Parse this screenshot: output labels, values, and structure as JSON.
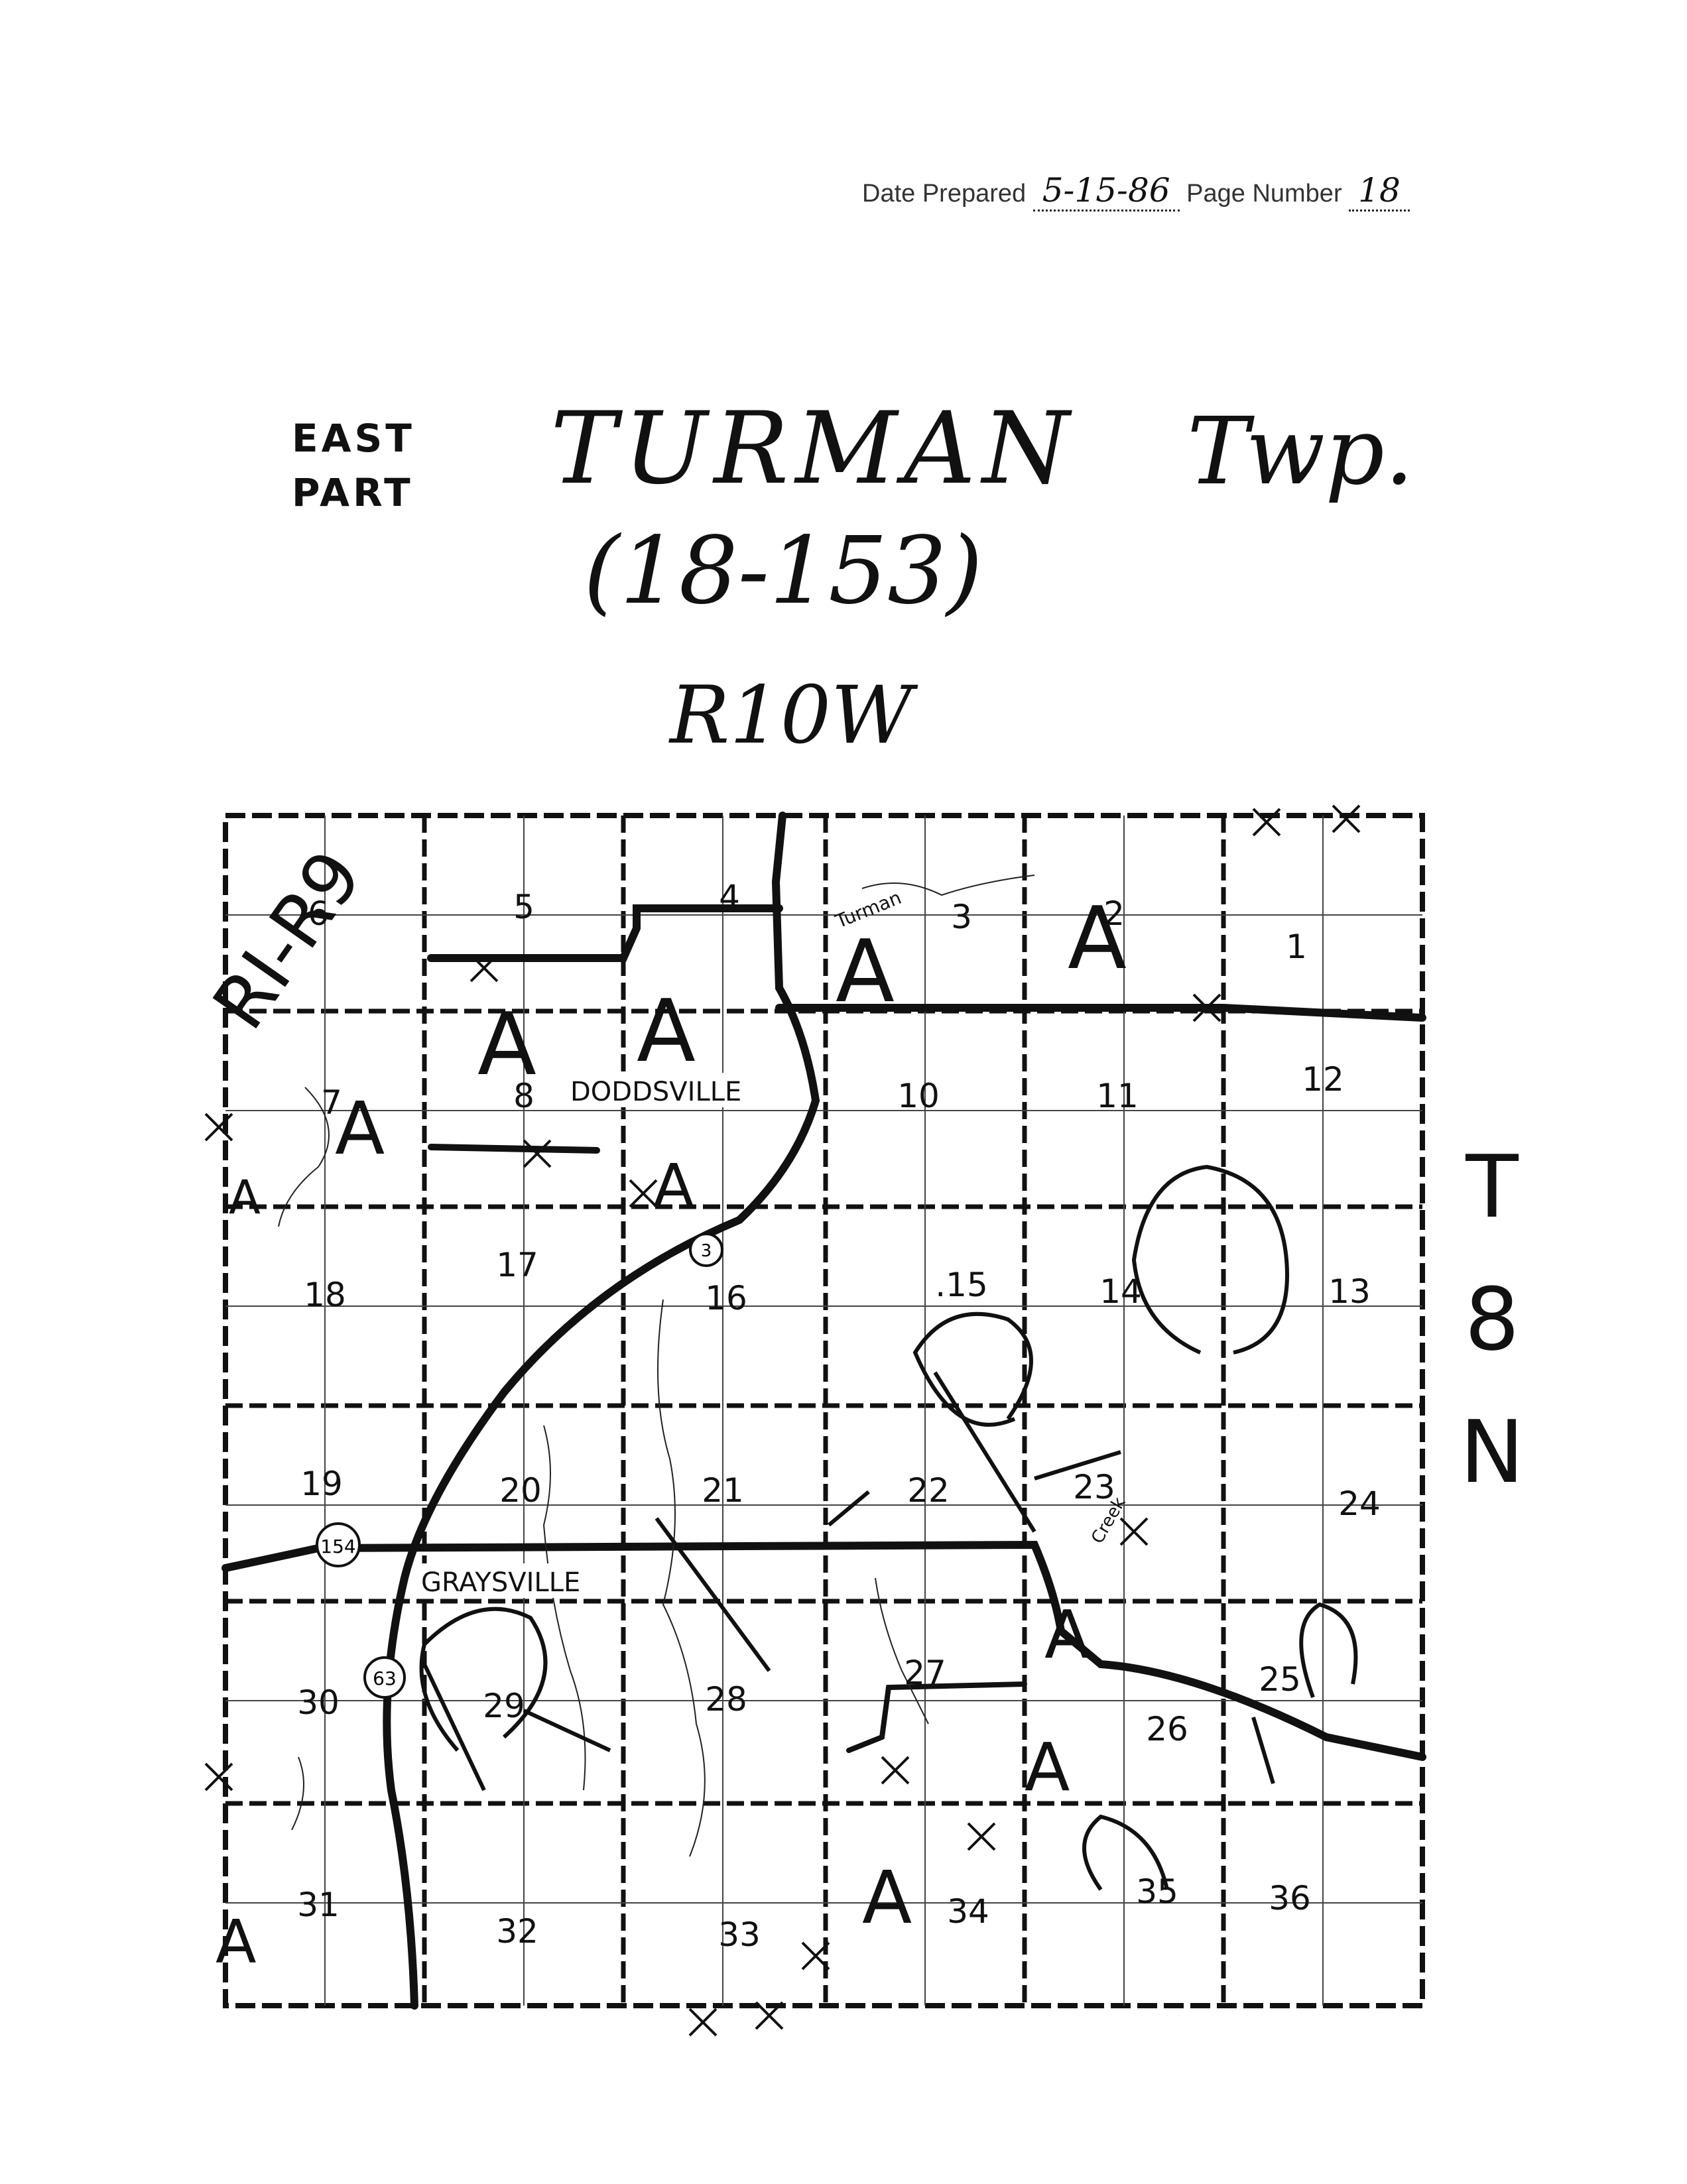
{
  "header": {
    "date_label": "Date Prepared",
    "date_value": "5-15-86",
    "page_label": "Page Number",
    "page_value": "18"
  },
  "title": {
    "part_line1": "EAST",
    "part_line2": "PART",
    "township": "TURMAN",
    "twp": "Twp.",
    "code": "(18-153)",
    "range": "R10W",
    "tier_letters": [
      "T",
      "8",
      "N"
    ]
  },
  "map": {
    "sections": [
      "1",
      "2",
      "3",
      "4",
      "5",
      "6",
      "7",
      "8",
      "10",
      "11",
      "12",
      "13",
      "14",
      ".15",
      "16",
      "17",
      "18",
      "19",
      "20",
      "21",
      "22",
      "23",
      "24",
      "25",
      "26",
      "27",
      "28",
      "29",
      "30",
      "31",
      "32",
      "33",
      "34",
      "35",
      "36"
    ],
    "places": [
      "DODDSVILLE",
      "GRAYSVILLE",
      "Turman",
      "Creek"
    ],
    "route_shields": [
      "154",
      "63",
      "3"
    ],
    "annotations": [
      "RI-R9",
      "A",
      "A",
      "A",
      "A",
      "A",
      "A",
      "A",
      "A",
      "A",
      "A",
      "A"
    ],
    "colors": {
      "ink": "#111111",
      "paper": "#ffffff"
    }
  }
}
